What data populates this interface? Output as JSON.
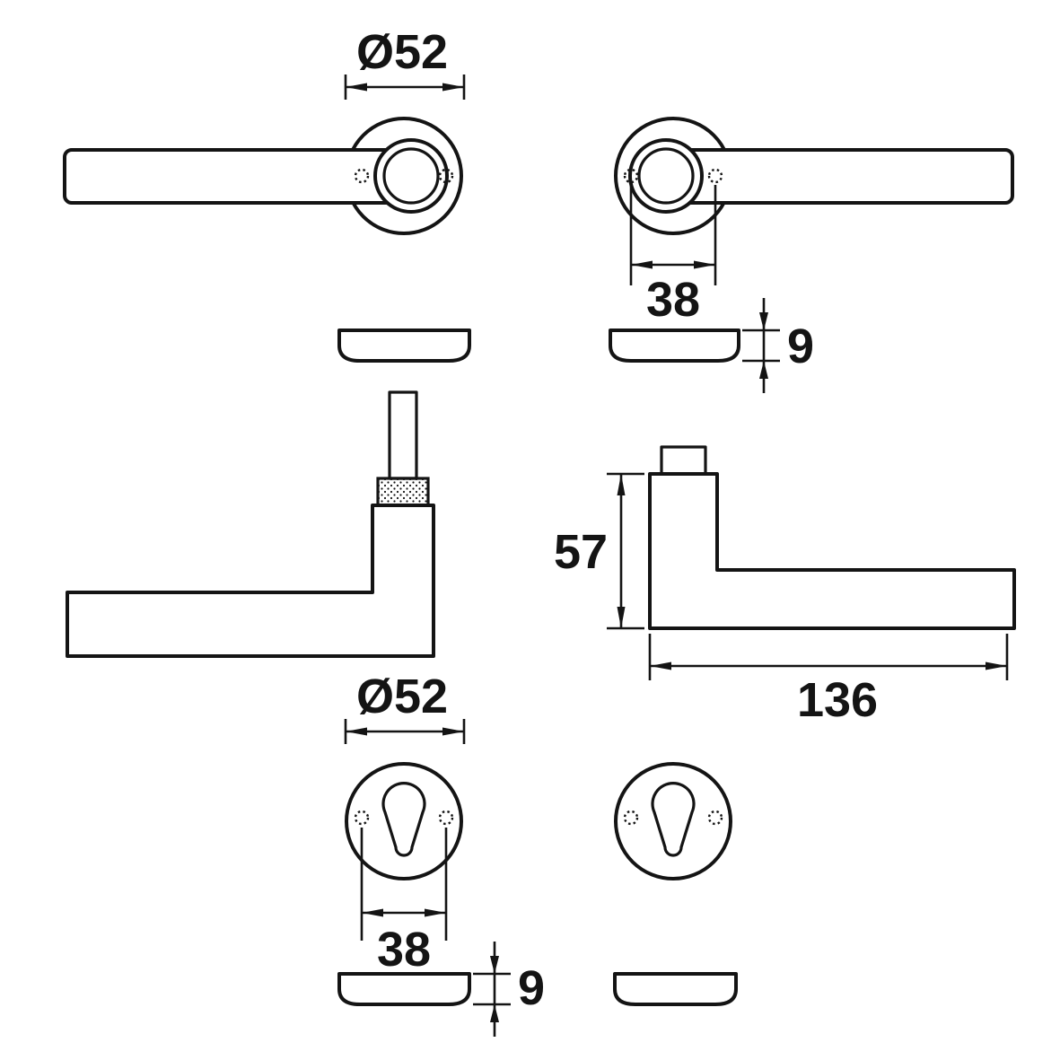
{
  "diagram": {
    "type": "technical-drawing",
    "subject": "door handle set with round rosettes and euro cylinder escutcheons, dimensioned views",
    "colors": {
      "line": "#141414",
      "background": "#ffffff"
    },
    "labels": {
      "top_rosette_diameter": "Ø52",
      "top_hole_spacing": "38",
      "top_rosette_thickness": "9",
      "handle_height": "57",
      "handle_length": "136",
      "bottom_rosette_diameter": "Ø52",
      "bottom_hole_spacing": "38",
      "bottom_rosette_thickness": "9"
    }
  }
}
